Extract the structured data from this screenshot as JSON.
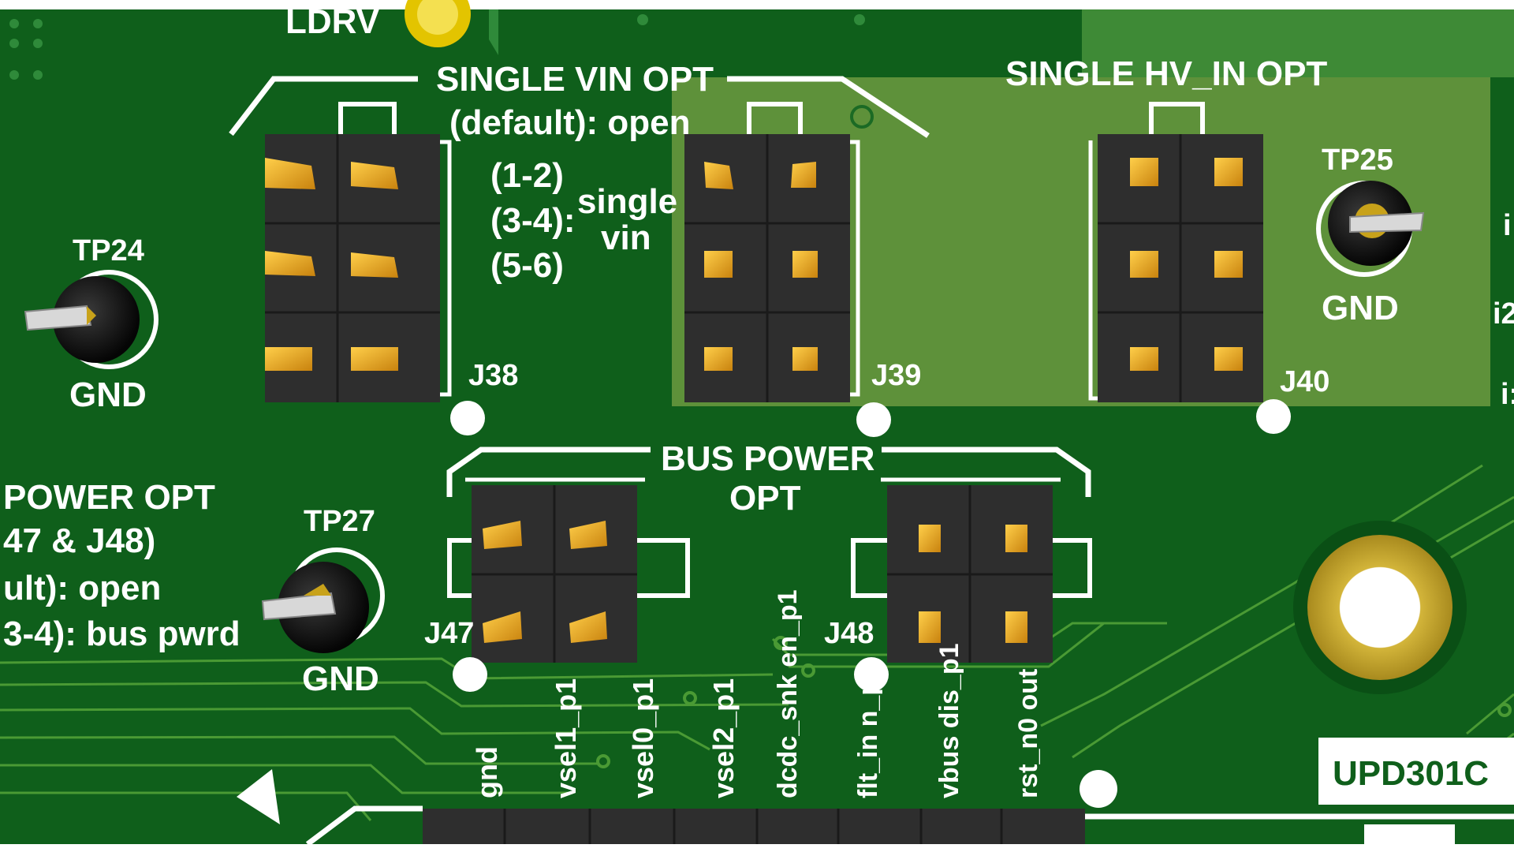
{
  "board": {
    "colors": {
      "pcb": "#0f5f1b",
      "pcb_light": "#5e913a",
      "pcb_light_top": "#3e8a36",
      "silkscreen": "#ffffff",
      "gold": "#e5a21a",
      "header_body": "#2f2f2f",
      "trace": "#3f8a2a",
      "mount_ring": "#bfa12a"
    },
    "labels": {
      "ldrv": "LDRV",
      "single_vin_1": "SINGLE VIN OPT",
      "single_vin_2": "(default): open",
      "single_vin_3a": "(1-2)",
      "single_vin_3b": "(3-4):",
      "single_vin_3c": "(5-6)",
      "single_vin_4a": "single",
      "single_vin_4b": "vin",
      "single_hv": "SINGLE HV_IN OPT",
      "bus_power_1": "BUS POWER",
      "bus_power_2": "OPT",
      "power_opt_1": "POWER OPT",
      "power_opt_2": "47 & J48)",
      "power_opt_3": "ult): open",
      "power_opt_4": "3-4): bus pwrd",
      "tp24": "TP24",
      "tp25": "TP25",
      "tp27": "TP27",
      "gnd_24": "GND",
      "gnd_25": "GND",
      "gnd_27": "GND",
      "j38": "J38",
      "j39": "J39",
      "j40": "J40",
      "j47": "J47",
      "j48": "J48",
      "chip": "UPD301C",
      "edge_1": "i",
      "edge_2": "i2",
      "edge_3": "i:"
    },
    "signals": [
      "gnd",
      "vsel1_p1",
      "vsel0_p1",
      "vsel2_p1",
      "dcdc_snk en_p1",
      "flt_in n_p1",
      "vbus dis_p1",
      "rst_n0 out"
    ]
  }
}
